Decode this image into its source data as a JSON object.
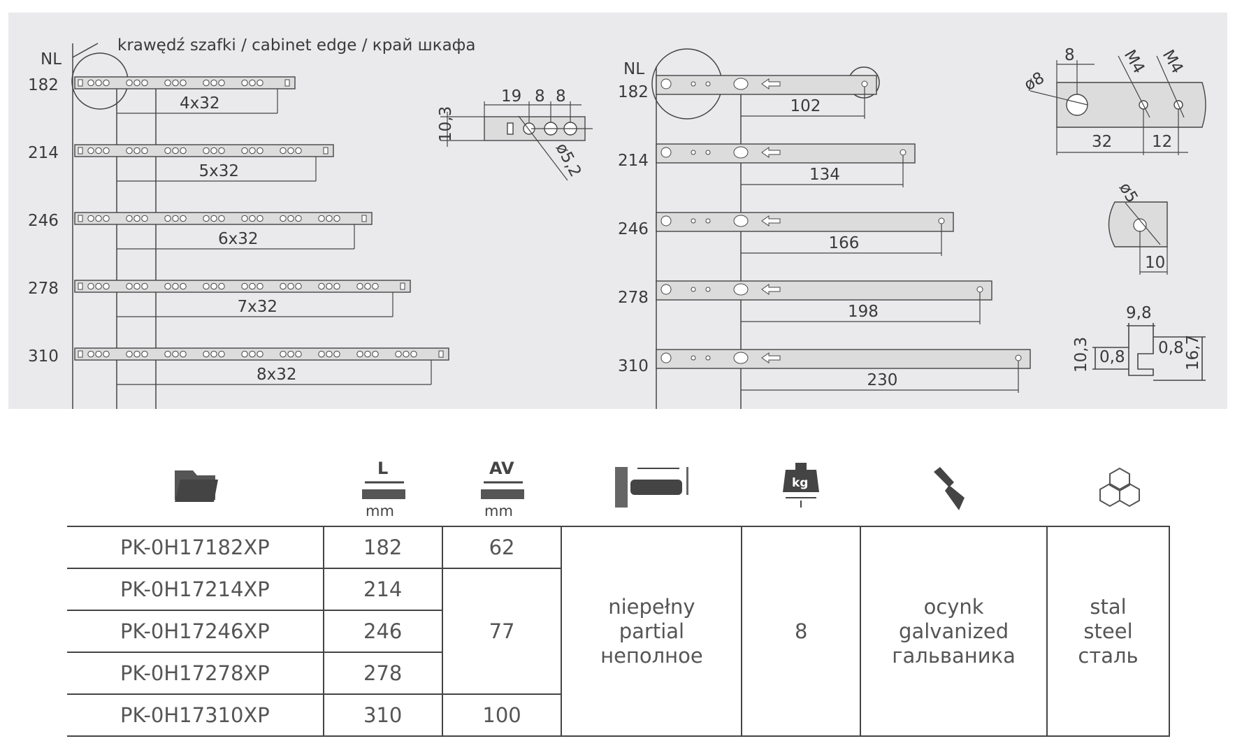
{
  "drawing": {
    "edge_label": "krawędź szafki / cabinet edge / край шкафа",
    "nl_label_left": "NL",
    "nl_label_right": "NL",
    "left_rails": [
      {
        "nl": "182",
        "spacing": "4x32"
      },
      {
        "nl": "214",
        "spacing": "5x32"
      },
      {
        "nl": "246",
        "spacing": "6x32"
      },
      {
        "nl": "278",
        "spacing": "7x32"
      },
      {
        "nl": "310",
        "spacing": "8x32"
      }
    ],
    "right_rails": [
      {
        "nl": "182",
        "dim": "102"
      },
      {
        "nl": "214",
        "dim": "134"
      },
      {
        "nl": "246",
        "dim": "166"
      },
      {
        "nl": "278",
        "dim": "198"
      },
      {
        "nl": "310",
        "dim": "230"
      }
    ],
    "detail_left": {
      "d1": "19",
      "d2": "8",
      "d3": "8",
      "height": "10,3",
      "hole": "ø5,2"
    },
    "detail_right_top": {
      "d1": "8",
      "m1": "M4",
      "m2": "M4",
      "hole": "ø8",
      "d2": "32",
      "d3": "12"
    },
    "detail_right_mid": {
      "hole": "ø5",
      "d": "10"
    },
    "detail_profile": {
      "w": "9,8",
      "h1": "10,3",
      "t1": "0,8",
      "t2": "0,8",
      "h2": "16,7"
    }
  },
  "icons": [
    {
      "name": "folder-icon"
    },
    {
      "name": "length-icon",
      "letter": "L",
      "unit": "mm"
    },
    {
      "name": "av-icon",
      "letter": "AV",
      "unit": "mm"
    },
    {
      "name": "extension-icon"
    },
    {
      "name": "weight-icon",
      "letter": "kg"
    },
    {
      "name": "paintbrush-icon"
    },
    {
      "name": "cubes-icon"
    }
  ],
  "table": {
    "rows": [
      {
        "code": "PK-0H17182XP",
        "l": "182"
      },
      {
        "code": "PK-0H17214XP",
        "l": "214"
      },
      {
        "code": "PK-0H17246XP",
        "l": "246"
      },
      {
        "code": "PK-0H17278XP",
        "l": "278"
      },
      {
        "code": "PK-0H17310XP",
        "l": "310"
      }
    ],
    "av": [
      "62",
      "77",
      "100"
    ],
    "extension": [
      "niepełny",
      "partial",
      "неполное"
    ],
    "load": "8",
    "finish": [
      "ocynk",
      "galvanized",
      "гальваника"
    ],
    "material": [
      "stal",
      "steel",
      "сталь"
    ]
  }
}
